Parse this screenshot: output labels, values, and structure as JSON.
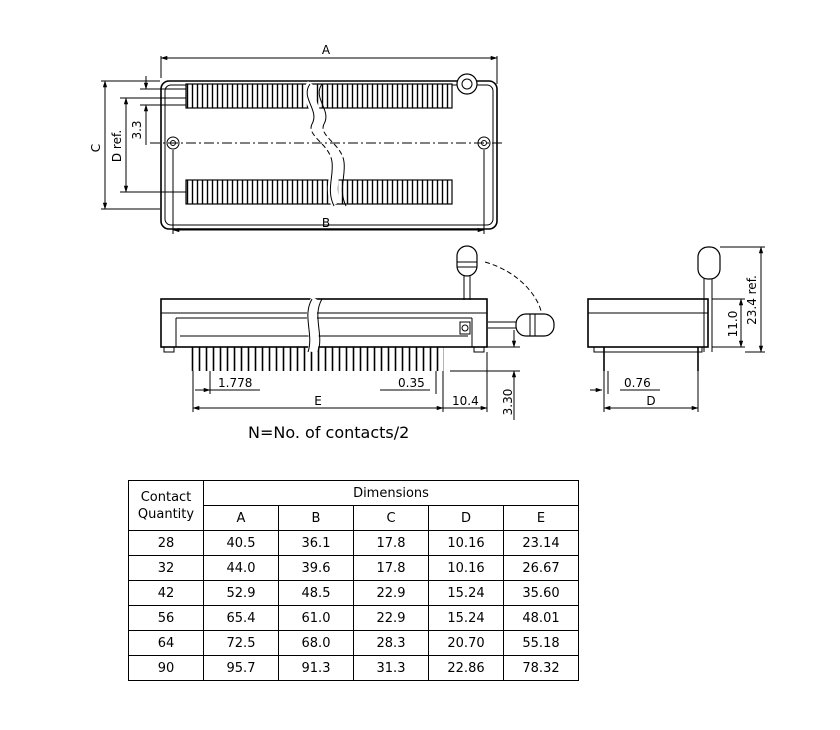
{
  "drawing": {
    "top_view": {
      "dim_a": "A",
      "dim_b": "B",
      "dim_c": "C",
      "dim_d": "D ref.",
      "dim_pitch": "3.3"
    },
    "side_view": {
      "pin_pitch": "1.778",
      "pin_width": "0.35",
      "dim_e": "E",
      "offset": "10.4",
      "pin_length": "3.30"
    },
    "end_view": {
      "pin_size": "0.76",
      "dim_d": "D",
      "body_height": "11.0",
      "total_height": "23.4 ref."
    },
    "note": "N=No. of contacts/2"
  },
  "table": {
    "header_left": [
      "Contact",
      "Quantity"
    ],
    "group_header": "Dimensions",
    "columns": [
      "A",
      "B",
      "C",
      "D",
      "E"
    ],
    "rows": [
      [
        "28",
        "40.5",
        "36.1",
        "17.8",
        "10.16",
        "23.14"
      ],
      [
        "32",
        "44.0",
        "39.6",
        "17.8",
        "10.16",
        "26.67"
      ],
      [
        "42",
        "52.9",
        "48.5",
        "22.9",
        "15.24",
        "35.60"
      ],
      [
        "56",
        "65.4",
        "61.0",
        "22.9",
        "15.24",
        "48.01"
      ],
      [
        "64",
        "72.5",
        "68.0",
        "28.3",
        "20.70",
        "55.18"
      ],
      [
        "90",
        "95.7",
        "91.3",
        "31.3",
        "22.86",
        "78.32"
      ]
    ]
  }
}
